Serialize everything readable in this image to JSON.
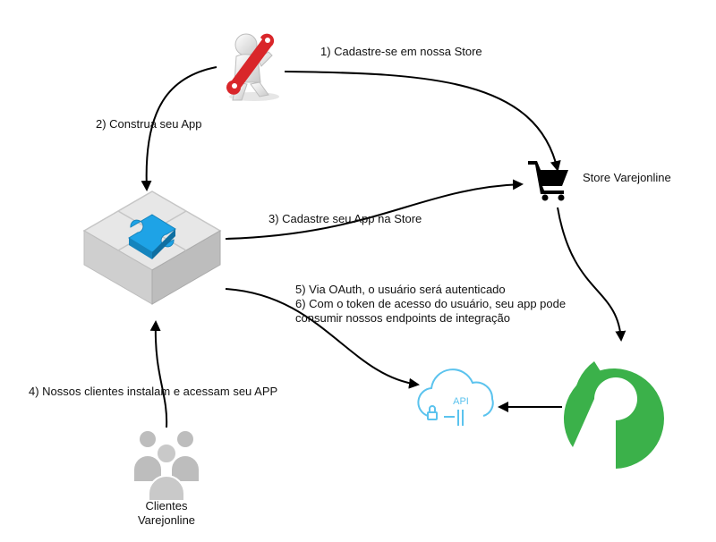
{
  "steps": {
    "s1": "1) Cadastre-se em nossa Store",
    "s2": "2) Construa seu App",
    "s3": "3) Cadastre seu App na Store",
    "s4": "4) Nossos clientes instalam e acessam seu APP",
    "s5": "5) Via OAuth, o usuário será autenticado",
    "s6a": "6) Com o token de acesso do usuário, seu app pode",
    "s6b": "consumir nossos endpoints de integração"
  },
  "nodes": {
    "store": "Store Varejonline",
    "clients_line1": "Clientes",
    "clients_line2": "Varejonline",
    "api": "API"
  },
  "icons": [
    "developer-with-wrench-icon",
    "shopping-cart-icon",
    "puzzle-app-icon",
    "clients-group-icon",
    "api-cloud-icon",
    "varejonline-logo-icon"
  ],
  "colors": {
    "wrench": "#d9262a",
    "puzzle_center": "#1ea3e6",
    "api": "#5bc3ee",
    "logo": "#3bb14a"
  }
}
